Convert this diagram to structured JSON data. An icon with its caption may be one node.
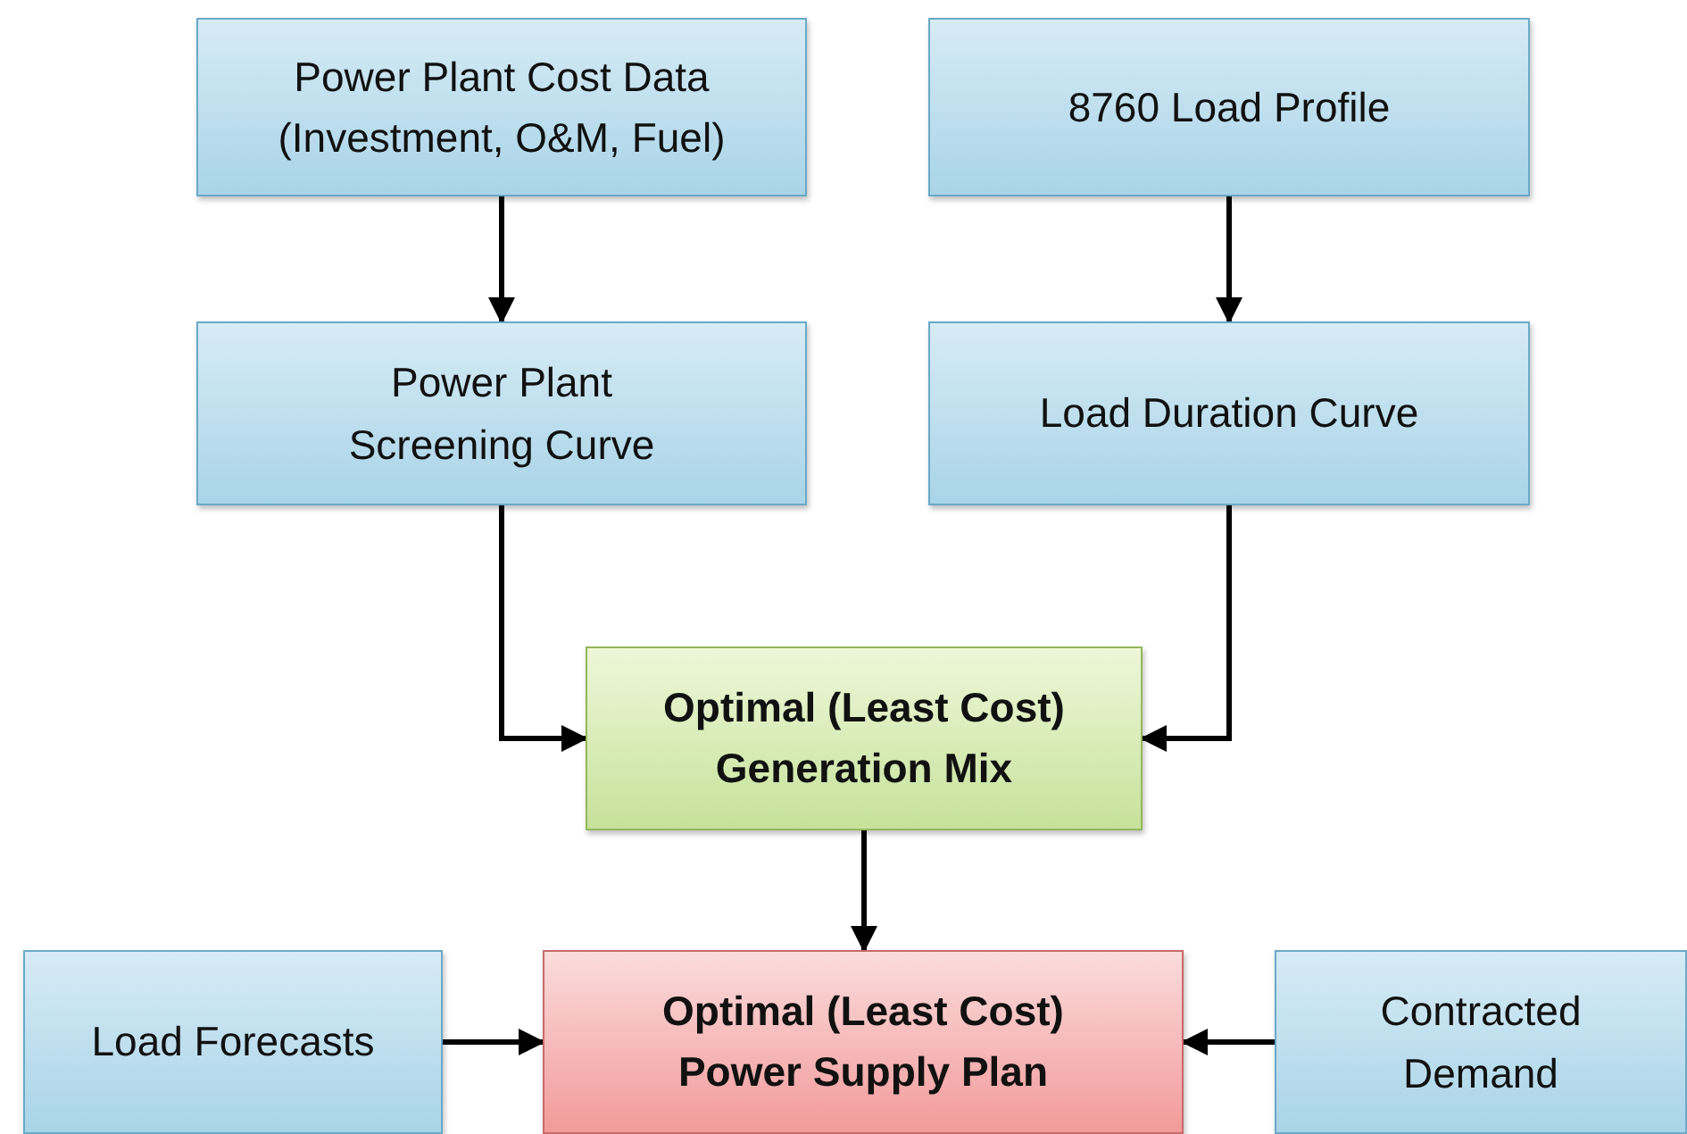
{
  "diagram": {
    "nodes": [
      {
        "text": [
          "Power Plant Cost Data (Investment, O&M, Fuel)"
        ]
      },
      {
        "text": [
          "8760 Load Profile"
        ]
      },
      {
        "text": [
          "Power Plant Screening Curve"
        ]
      },
      {
        "text": [
          "Load Duration Curve"
        ]
      },
      {
        "text": [
          "Optimal (Least Cost) Generation Mix"
        ]
      },
      {
        "text": [
          "Optimal (Least Cost) Power Supply Plan"
        ]
      },
      {
        "text": [
          "Load Forecasts"
        ]
      },
      {
        "text": [
          "Contracted Demand"
        ]
      }
    ],
    "edges": [
      {
        "from": 0,
        "to": 2,
        "arrow": "to"
      },
      {
        "from": 1,
        "to": 3,
        "arrow": "to"
      },
      {
        "from": 2,
        "to": 4,
        "arrow": "to"
      },
      {
        "from": 3,
        "to": 4,
        "arrow": "to"
      },
      {
        "from": 4,
        "to": 5,
        "arrow": "to"
      },
      {
        "from": 6,
        "to": 5,
        "arrow": "to"
      },
      {
        "from": 7,
        "to": 5,
        "arrow": "to"
      }
    ]
  }
}
